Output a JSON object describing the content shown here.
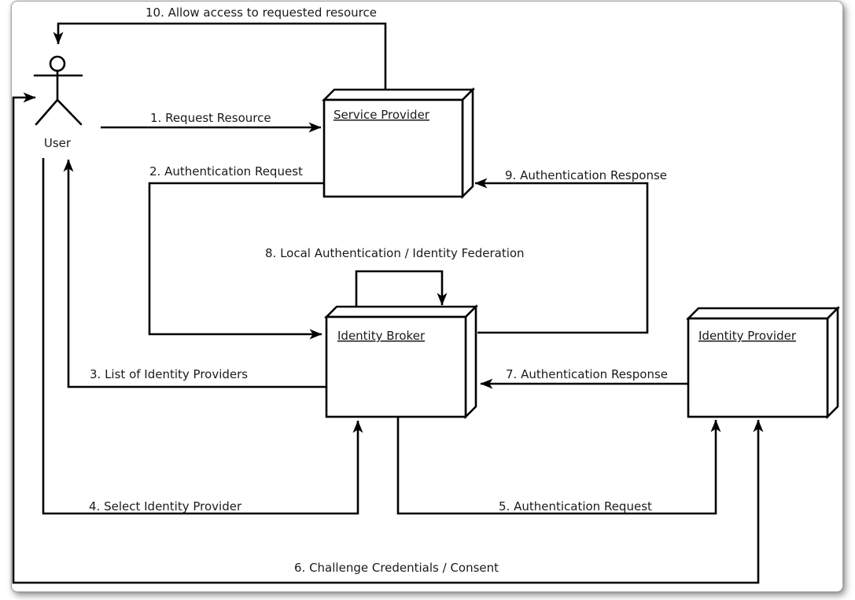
{
  "diagram": {
    "kind": "identity-brokering-flow",
    "colors": {
      "line": "#000000",
      "text": "#1a1a1a",
      "broker_fill": "#c5dfbc",
      "node_fill": "#ffffff",
      "page_background": "#ffffff"
    },
    "nodes": {
      "user": {
        "label": "User",
        "type": "actor"
      },
      "service_provider": {
        "label": "Service Provider",
        "type": "node"
      },
      "identity_broker": {
        "label": "Identity Broker",
        "type": "node",
        "fill": "#c5dfbc"
      },
      "identity_provider": {
        "label": "Identity Provider",
        "type": "node"
      }
    },
    "flows": [
      {
        "step": 1,
        "label": "1. Request Resource",
        "from": "user",
        "to": "service_provider"
      },
      {
        "step": 2,
        "label": "2. Authentication Request",
        "from": "service_provider",
        "to": "identity_broker"
      },
      {
        "step": 3,
        "label": "3. List of Identity Providers",
        "from": "identity_broker",
        "to": "user"
      },
      {
        "step": 4,
        "label": "4. Select Identity Provider",
        "from": "user",
        "to": "identity_broker"
      },
      {
        "step": 5,
        "label": "5. Authentication Request",
        "from": "identity_broker",
        "to": "identity_provider"
      },
      {
        "step": 6,
        "label": "6. Challenge Credentials / Consent",
        "from": "identity_provider",
        "to": "user",
        "bidirectional": true
      },
      {
        "step": 7,
        "label": "7. Authentication Response",
        "from": "identity_provider",
        "to": "identity_broker"
      },
      {
        "step": 8,
        "label": "8. Local Authentication / Identity Federation",
        "from": "identity_broker",
        "to": "identity_broker"
      },
      {
        "step": 9,
        "label": "9. Authentication Response",
        "from": "identity_broker",
        "to": "service_provider"
      },
      {
        "step": 10,
        "label": "10. Allow access to requested resource",
        "from": "service_provider",
        "to": "user"
      }
    ]
  }
}
